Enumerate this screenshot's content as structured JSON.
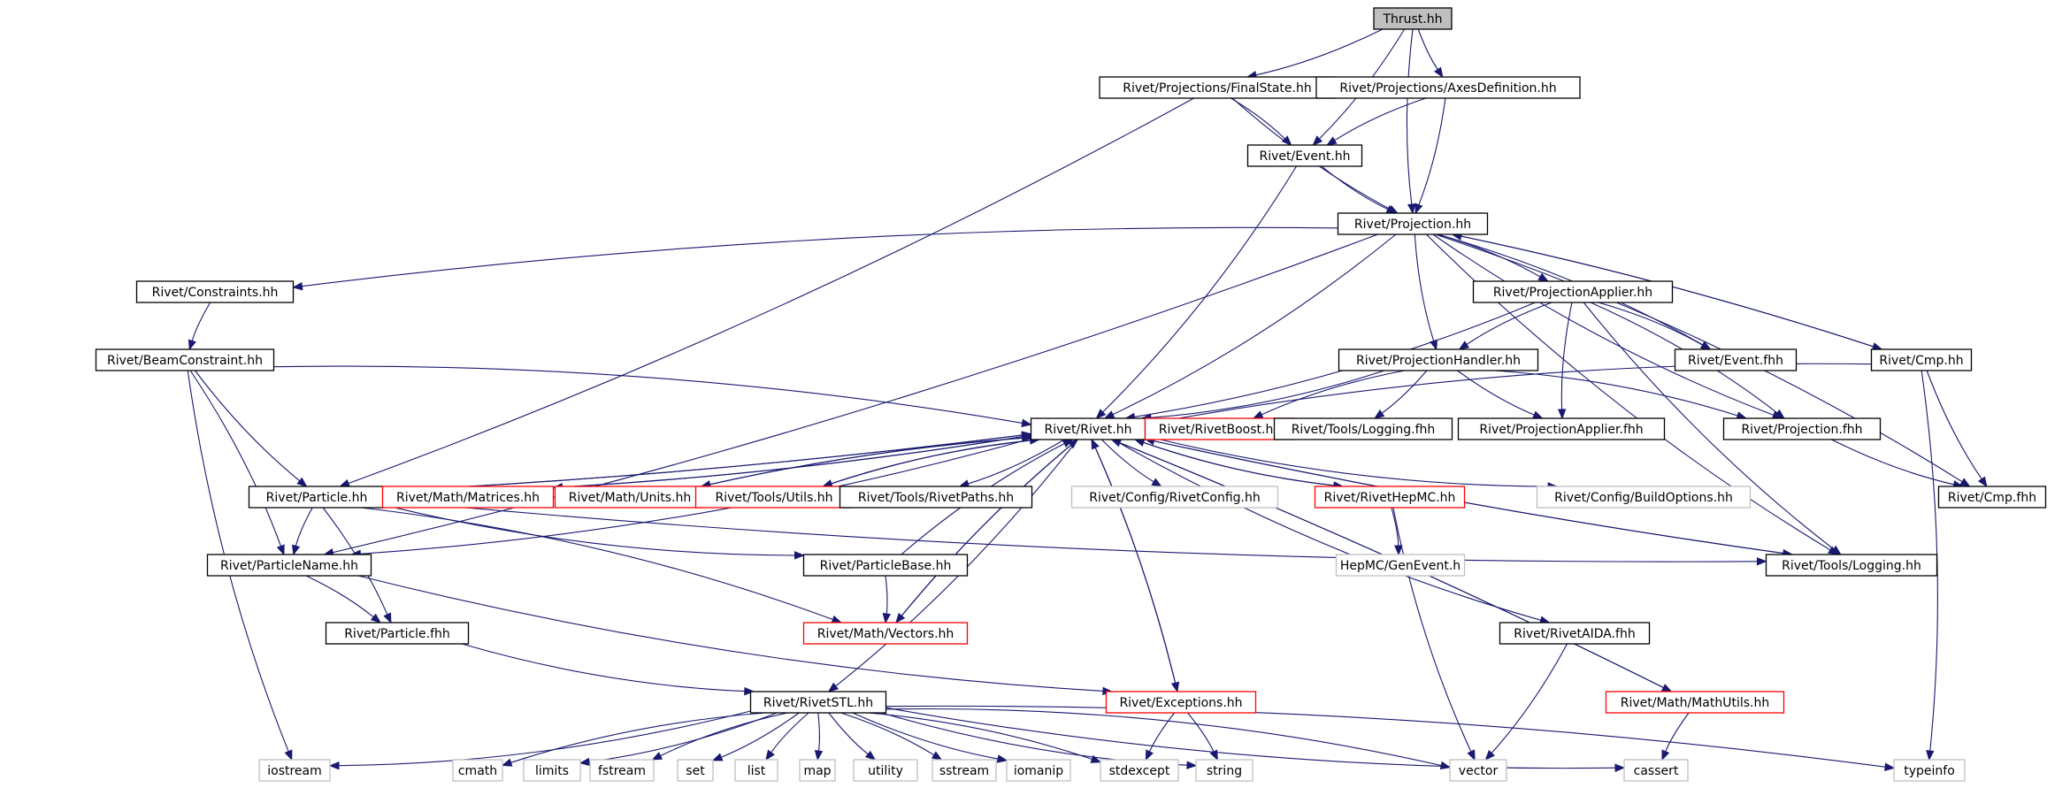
{
  "colors": {
    "edge": "#191970",
    "border_normal": "#000000",
    "border_missing": "#ff0000",
    "border_external": "#bfbfbf",
    "fill_root": "#bfbfbf",
    "fill": "#ffffff"
  },
  "nodes": [
    {
      "id": "thrust",
      "label": "Thrust.hh",
      "style": "root"
    },
    {
      "id": "finalstate",
      "label": "Rivet/Projections/FinalState.hh",
      "style": "normal"
    },
    {
      "id": "axesdef",
      "label": "Rivet/Projections/AxesDefinition.hh",
      "style": "normal"
    },
    {
      "id": "event",
      "label": "Rivet/Event.hh",
      "style": "normal"
    },
    {
      "id": "projection",
      "label": "Rivet/Projection.hh",
      "style": "normal"
    },
    {
      "id": "constraints",
      "label": "Rivet/Constraints.hh",
      "style": "normal"
    },
    {
      "id": "beamconstraint",
      "label": "Rivet/BeamConstraint.hh",
      "style": "normal"
    },
    {
      "id": "projapplier",
      "label": "Rivet/ProjectionApplier.hh",
      "style": "normal"
    },
    {
      "id": "projhandler",
      "label": "Rivet/ProjectionHandler.hh",
      "style": "normal"
    },
    {
      "id": "eventfhh",
      "label": "Rivet/Event.fhh",
      "style": "normal"
    },
    {
      "id": "cmphh",
      "label": "Rivet/Cmp.hh",
      "style": "normal"
    },
    {
      "id": "rivet",
      "label": "Rivet/Rivet.hh",
      "style": "normal"
    },
    {
      "id": "rivetboost",
      "label": "Rivet/RivetBoost.hh",
      "style": "missing"
    },
    {
      "id": "toolslogfhh",
      "label": "Rivet/Tools/Logging.fhh",
      "style": "normal"
    },
    {
      "id": "projapplierfhh",
      "label": "Rivet/ProjectionApplier.fhh",
      "style": "normal"
    },
    {
      "id": "projfhh",
      "label": "Rivet/Projection.fhh",
      "style": "normal"
    },
    {
      "id": "cmpfhh",
      "label": "Rivet/Cmp.fhh",
      "style": "normal"
    },
    {
      "id": "particle",
      "label": "Rivet/Particle.hh",
      "style": "normal"
    },
    {
      "id": "matrices",
      "label": "Rivet/Math/Matrices.hh",
      "style": "missing"
    },
    {
      "id": "units",
      "label": "Rivet/Math/Units.hh",
      "style": "missing"
    },
    {
      "id": "utils",
      "label": "Rivet/Tools/Utils.hh",
      "style": "missing"
    },
    {
      "id": "rivetpaths",
      "label": "Rivet/Tools/RivetPaths.hh",
      "style": "normal"
    },
    {
      "id": "rivetconfig",
      "label": "Rivet/Config/RivetConfig.hh",
      "style": "external"
    },
    {
      "id": "rivethepmc",
      "label": "Rivet/RivetHepMC.hh",
      "style": "missing"
    },
    {
      "id": "buildoptions",
      "label": "Rivet/Config/BuildOptions.hh",
      "style": "external"
    },
    {
      "id": "particlename",
      "label": "Rivet/ParticleName.hh",
      "style": "normal"
    },
    {
      "id": "particlebase",
      "label": "Rivet/ParticleBase.hh",
      "style": "normal"
    },
    {
      "id": "hepmcgenevent",
      "label": "HepMC/GenEvent.h",
      "style": "external"
    },
    {
      "id": "toolslogging",
      "label": "Rivet/Tools/Logging.hh",
      "style": "normal"
    },
    {
      "id": "particlefhh",
      "label": "Rivet/Particle.fhh",
      "style": "normal"
    },
    {
      "id": "vectors",
      "label": "Rivet/Math/Vectors.hh",
      "style": "missing"
    },
    {
      "id": "rivetaida",
      "label": "Rivet/RivetAIDA.fhh",
      "style": "normal"
    },
    {
      "id": "rivetstl",
      "label": "Rivet/RivetSTL.hh",
      "style": "normal"
    },
    {
      "id": "exceptions",
      "label": "Rivet/Exceptions.hh",
      "style": "missing"
    },
    {
      "id": "mathutils",
      "label": "Rivet/Math/MathUtils.hh",
      "style": "missing"
    },
    {
      "id": "iostream",
      "label": "iostream",
      "style": "external"
    },
    {
      "id": "cmath",
      "label": "cmath",
      "style": "external"
    },
    {
      "id": "limits",
      "label": "limits",
      "style": "external"
    },
    {
      "id": "fstream",
      "label": "fstream",
      "style": "external"
    },
    {
      "id": "set",
      "label": "set",
      "style": "external"
    },
    {
      "id": "list",
      "label": "list",
      "style": "external"
    },
    {
      "id": "map",
      "label": "map",
      "style": "external"
    },
    {
      "id": "utility",
      "label": "utility",
      "style": "external"
    },
    {
      "id": "sstream",
      "label": "sstream",
      "style": "external"
    },
    {
      "id": "iomanip",
      "label": "iomanip",
      "style": "external"
    },
    {
      "id": "stdexcept",
      "label": "stdexcept",
      "style": "external"
    },
    {
      "id": "string",
      "label": "string",
      "style": "external"
    },
    {
      "id": "vector",
      "label": "vector",
      "style": "external"
    },
    {
      "id": "cassert",
      "label": "cassert",
      "style": "external"
    },
    {
      "id": "typeinfo",
      "label": "typeinfo",
      "style": "external"
    }
  ],
  "edges": [
    [
      "thrust",
      "finalstate"
    ],
    [
      "thrust",
      "axesdef"
    ],
    [
      "thrust",
      "event"
    ],
    [
      "thrust",
      "projection"
    ],
    [
      "finalstate",
      "event"
    ],
    [
      "finalstate",
      "projection"
    ],
    [
      "finalstate",
      "particle"
    ],
    [
      "axesdef",
      "event"
    ],
    [
      "axesdef",
      "projection"
    ],
    [
      "event",
      "projection"
    ],
    [
      "event",
      "rivet"
    ],
    [
      "projection",
      "constraints"
    ],
    [
      "projection",
      "projapplier"
    ],
    [
      "projection",
      "projhandler"
    ],
    [
      "projection",
      "eventfhh"
    ],
    [
      "projection",
      "cmphh"
    ],
    [
      "projection",
      "rivet"
    ],
    [
      "projection",
      "projfhh"
    ],
    [
      "projection",
      "cmpfhh"
    ],
    [
      "projection",
      "toolslogging"
    ],
    [
      "projection",
      "particlename"
    ],
    [
      "constraints",
      "beamconstraint"
    ],
    [
      "beamconstraint",
      "rivet"
    ],
    [
      "beamconstraint",
      "particle"
    ],
    [
      "beamconstraint",
      "particlename"
    ],
    [
      "beamconstraint",
      "iostream"
    ],
    [
      "projapplier",
      "rivet"
    ],
    [
      "projapplier",
      "projhandler"
    ],
    [
      "projapplier",
      "eventfhh"
    ],
    [
      "projapplier",
      "projapplierfhh"
    ],
    [
      "projapplier",
      "projfhh"
    ],
    [
      "projapplier",
      "toolslogging"
    ],
    [
      "projhandler",
      "rivet"
    ],
    [
      "projhandler",
      "rivetboost"
    ],
    [
      "projhandler",
      "toolslogfhh"
    ],
    [
      "projhandler",
      "projapplierfhh"
    ],
    [
      "projhandler",
      "projfhh"
    ],
    [
      "cmphh",
      "rivet"
    ],
    [
      "cmphh",
      "projection"
    ],
    [
      "cmphh",
      "cmpfhh"
    ],
    [
      "cmphh",
      "typeinfo"
    ],
    [
      "projfhh",
      "cmpfhh"
    ],
    [
      "rivet",
      "particle"
    ],
    [
      "rivet",
      "matrices"
    ],
    [
      "rivet",
      "units"
    ],
    [
      "rivet",
      "utils"
    ],
    [
      "rivet",
      "rivetpaths"
    ],
    [
      "rivet",
      "rivetconfig"
    ],
    [
      "rivet",
      "rivethepmc"
    ],
    [
      "rivet",
      "buildoptions"
    ],
    [
      "rivet",
      "particlename"
    ],
    [
      "rivet",
      "vectors"
    ],
    [
      "rivet",
      "exceptions"
    ],
    [
      "rivet",
      "rivetaida"
    ],
    [
      "rivet",
      "mathutils"
    ],
    [
      "rivet",
      "toolslogging"
    ],
    [
      "rivet",
      "rivetstl"
    ],
    [
      "matrices",
      "rivet"
    ],
    [
      "units",
      "rivet"
    ],
    [
      "utils",
      "rivet"
    ],
    [
      "particle",
      "rivet"
    ],
    [
      "exceptions",
      "rivet"
    ],
    [
      "mathutils",
      "rivet"
    ],
    [
      "toolslogging",
      "rivet"
    ],
    [
      "particlebase",
      "rivet"
    ],
    [
      "vectors",
      "rivet"
    ],
    [
      "rivethepmc",
      "rivet"
    ],
    [
      "particle",
      "particlename"
    ],
    [
      "particle",
      "particlefhh"
    ],
    [
      "particle",
      "particlebase"
    ],
    [
      "particle",
      "vectors"
    ],
    [
      "particle",
      "toolslogging"
    ],
    [
      "particlename",
      "particlefhh"
    ],
    [
      "particlename",
      "exceptions"
    ],
    [
      "particlebase",
      "vectors"
    ],
    [
      "particlefhh",
      "rivetstl"
    ],
    [
      "rivethepmc",
      "hepmcgenevent"
    ],
    [
      "rivethepmc",
      "vector"
    ],
    [
      "rivetaida",
      "vector"
    ],
    [
      "exceptions",
      "stdexcept"
    ],
    [
      "exceptions",
      "string"
    ],
    [
      "mathutils",
      "cassert"
    ],
    [
      "rivetstl",
      "iostream"
    ],
    [
      "rivetstl",
      "cmath"
    ],
    [
      "rivetstl",
      "limits"
    ],
    [
      "rivetstl",
      "fstream"
    ],
    [
      "rivetstl",
      "set"
    ],
    [
      "rivetstl",
      "list"
    ],
    [
      "rivetstl",
      "map"
    ],
    [
      "rivetstl",
      "utility"
    ],
    [
      "rivetstl",
      "sstream"
    ],
    [
      "rivetstl",
      "iomanip"
    ],
    [
      "rivetstl",
      "stdexcept"
    ],
    [
      "rivetstl",
      "string"
    ],
    [
      "rivetstl",
      "vector"
    ],
    [
      "rivetstl",
      "cassert"
    ],
    [
      "rivetstl",
      "typeinfo"
    ]
  ]
}
